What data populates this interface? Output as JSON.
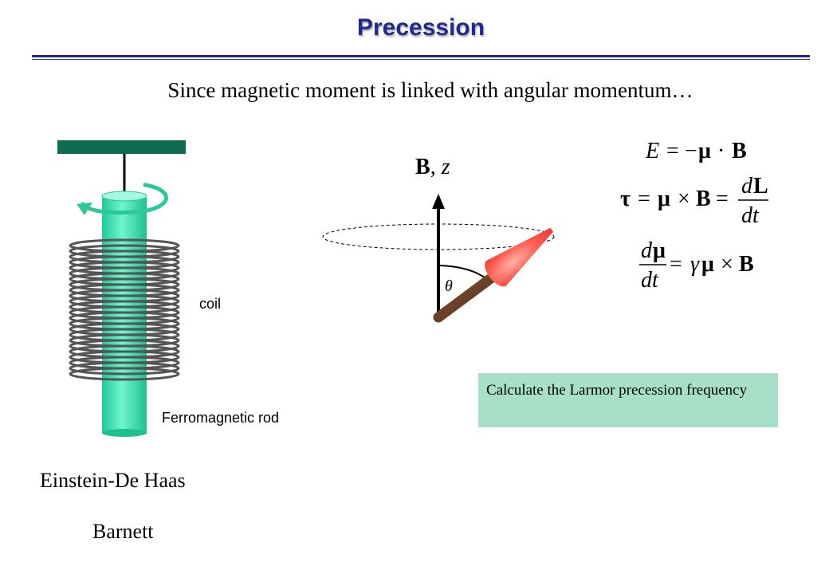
{
  "slide": {
    "title": "Precession",
    "subtitle": "Since magnetic moment is linked with angular momentum…",
    "labels": {
      "coil": "coil",
      "rod": "Ferromagnetic rod",
      "einstein": "Einstein-De Haas",
      "barnett": "Barnett",
      "theta": "θ"
    },
    "axis_label": {
      "bold": "B",
      "sep": ", ",
      "italic": "z"
    },
    "task": "Calculate the Larmor precession frequency"
  },
  "equations": {
    "energy": {
      "lhs": "E",
      "eq": "=",
      "minus": "−",
      "mu": "μ",
      "dot": "·",
      "B": "B"
    },
    "torque": {
      "tau": "τ",
      "eq": "=",
      "mu": "μ",
      "times": "×",
      "B": "B",
      "eq2": "=",
      "num_d": "d",
      "num_L": "L",
      "den": "dt"
    },
    "motion": {
      "num_d": "d",
      "num_mu": "μ",
      "den": "dt",
      "eq": "=",
      "gamma": "γ",
      "mu": "μ",
      "times": "×",
      "B": "B"
    }
  },
  "colors": {
    "title": "#1f2a8c",
    "box": "#a8dfc8",
    "rod": "#33e6b3",
    "support": "#0d6b4f",
    "arrow": "#2ec898",
    "coil": "#555555",
    "cone": "#ff3b3b",
    "stick": "#6b3b22"
  },
  "icons": [
    "rotation-arrow-icon",
    "precession-orbit-icon"
  ]
}
